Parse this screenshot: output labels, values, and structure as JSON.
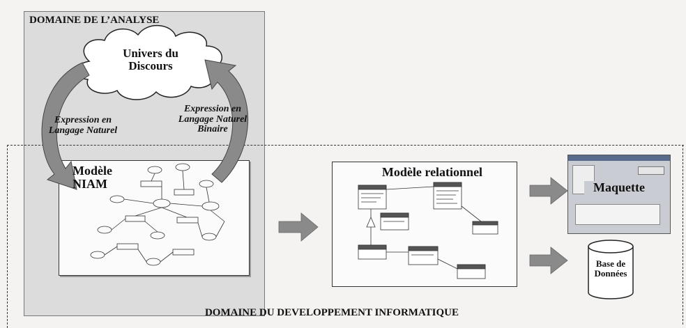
{
  "analysis_domain": {
    "title": "DOMAINE DE L’ANALYSE"
  },
  "universe": {
    "line1": "Univers du",
    "line2": "Discours"
  },
  "expression_left": {
    "line1": "Expression en",
    "line2": "Langage Naturel"
  },
  "expression_right": {
    "line1": "Expression en",
    "line2": "Langage Naturel",
    "line3": "Binaire"
  },
  "niam_model": {
    "line1": "Modèle",
    "line2": "NIAM"
  },
  "relational_model": {
    "title": "Modèle relationnel"
  },
  "mockup": {
    "label": "Maquette"
  },
  "database": {
    "line1": "Base de",
    "line2": "Données"
  },
  "development_domain": {
    "title": "DOMAINE DU DEVELOPPEMENT INFORMATIQUE"
  },
  "colors": {
    "arrow_gray": "#8a8a8a",
    "analysis_bg": "#dcdcdc",
    "mockup_bg": "#c9ccd2"
  }
}
